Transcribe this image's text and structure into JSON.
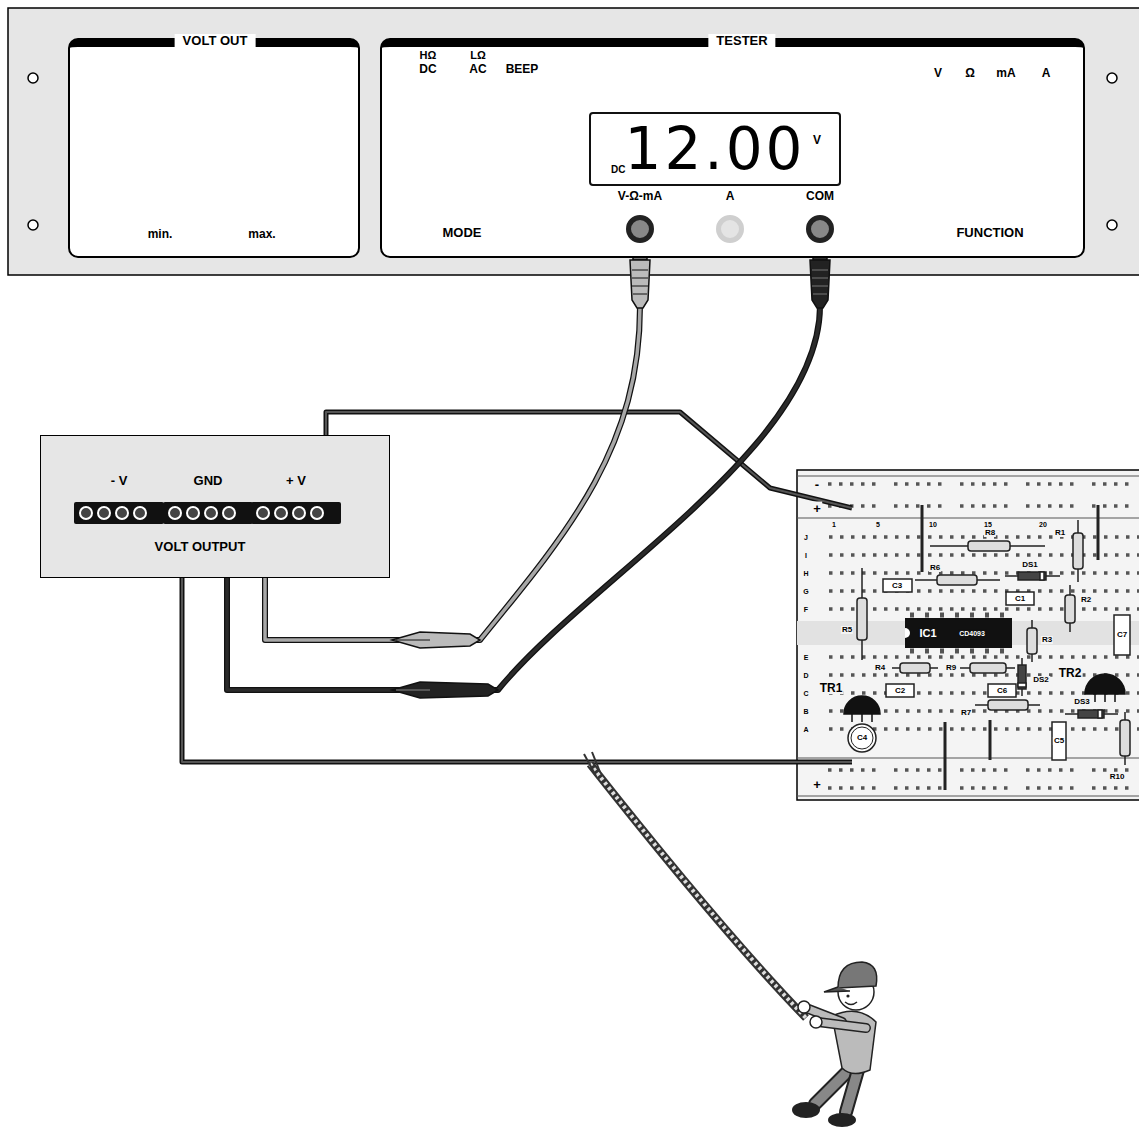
{
  "diagram": {
    "nodes": [
      {
        "text": [
          "VOLT OUT"
        ]
      },
      {
        "text": [
          "TESTER"
        ]
      },
      {
        "text": [
          "DC",
          "12.00",
          "V"
        ],
        "in": 1
      },
      {
        "text": [
          "V-Ω-mA"
        ],
        "in": 1
      },
      {
        "text": [
          "A"
        ],
        "in": 1
      },
      {
        "text": [
          "COM"
        ],
        "in": 1
      },
      {
        "text": [
          "VOLT OUTPUT"
        ]
      },
      {
        "text": [
          "- V"
        ],
        "in": 6
      },
      {
        "text": [
          "GND"
        ],
        "in": 6
      },
      {
        "text": [
          "+ V"
        ],
        "in": 6
      }
    ],
    "edges": [
      {
        "from": 3,
        "to": 9,
        "arrow": "none"
      },
      {
        "from": 5,
        "to": 8,
        "arrow": "none"
      }
    ],
    "labels": [
      "min.",
      "max.",
      "HΩ",
      "DC",
      "LΩ",
      "AC",
      "BEEP",
      "MODE",
      "V",
      "Ω",
      "mA",
      "A",
      "FUNCTION",
      "-",
      "+",
      "+",
      "1",
      "5",
      "10",
      "15",
      "20",
      "J",
      "I",
      "H",
      "G",
      "F",
      "E",
      "D",
      "C",
      "B",
      "A",
      "R8",
      "R1",
      "R6",
      "DS1",
      "C3",
      "C1",
      "R2",
      "R5",
      "IC1",
      "CD4093",
      "R3",
      "C7",
      "R4",
      "R9",
      "DS2",
      "TR1",
      "TR2",
      "C2",
      "C6",
      "R7",
      "DS3",
      "C4",
      "C5",
      "R10"
    ]
  }
}
